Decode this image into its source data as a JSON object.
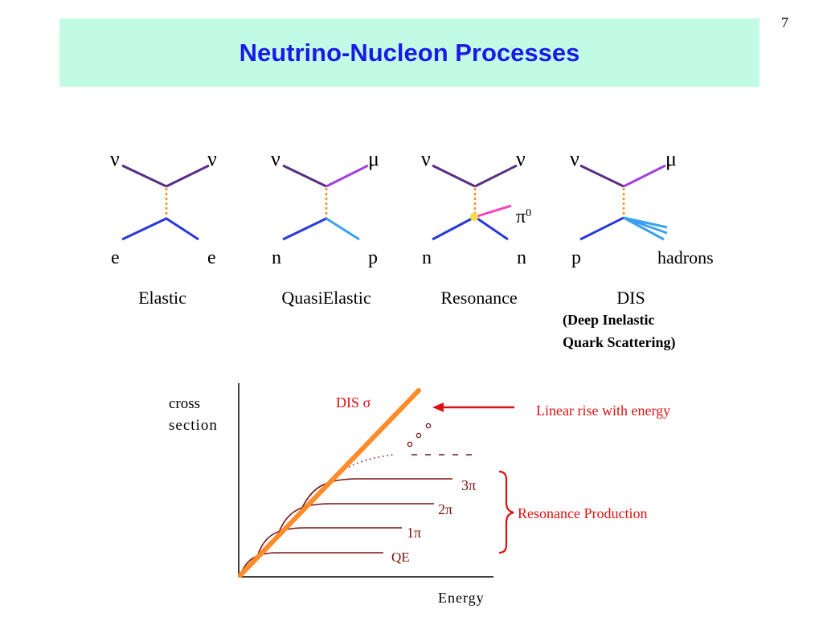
{
  "page_number": "7",
  "title": "Neutrino-Nucleon Processes",
  "processes": [
    {
      "name": "Elastic",
      "top_left": "ν",
      "top_right": "ν",
      "bottom_left": "e",
      "bottom_right": "e"
    },
    {
      "name": "QuasiElastic",
      "top_left": "ν",
      "top_right": "μ",
      "bottom_left": "n",
      "bottom_right": "p"
    },
    {
      "name": "Resonance",
      "top_left": "ν",
      "top_right": "ν",
      "bottom_left": "n",
      "bottom_right": "n",
      "extra": "π",
      "extra_sup": "0"
    },
    {
      "name": "DIS",
      "top_left": "ν",
      "top_right": "μ",
      "bottom_left": "p",
      "bottom_right": "hadrons"
    }
  ],
  "dis_note": {
    "line1": "(Deep Inelastic",
    "line2": "Quark Scattering)"
  },
  "plot": {
    "ylabel_line1": "cross",
    "ylabel_line2": "section",
    "xlabel": "Energy",
    "dis_label": "DIS σ",
    "curve_labels": [
      "QE",
      "1π",
      "2π",
      "3π"
    ],
    "linear_note": "Linear rise with energy",
    "resonance_note": "Resonance Production"
  },
  "colors": {
    "banner": "#c2fbe5",
    "title": "#1a1ae6",
    "fermion_top": "#5a2e82",
    "fermion_bottom": "#2a39d9",
    "muon": "#a040e0",
    "boson": "#ff8c1a",
    "dis_line": "#ff8c2a",
    "curves": "#7a1010",
    "annotation": "#dd1111"
  }
}
